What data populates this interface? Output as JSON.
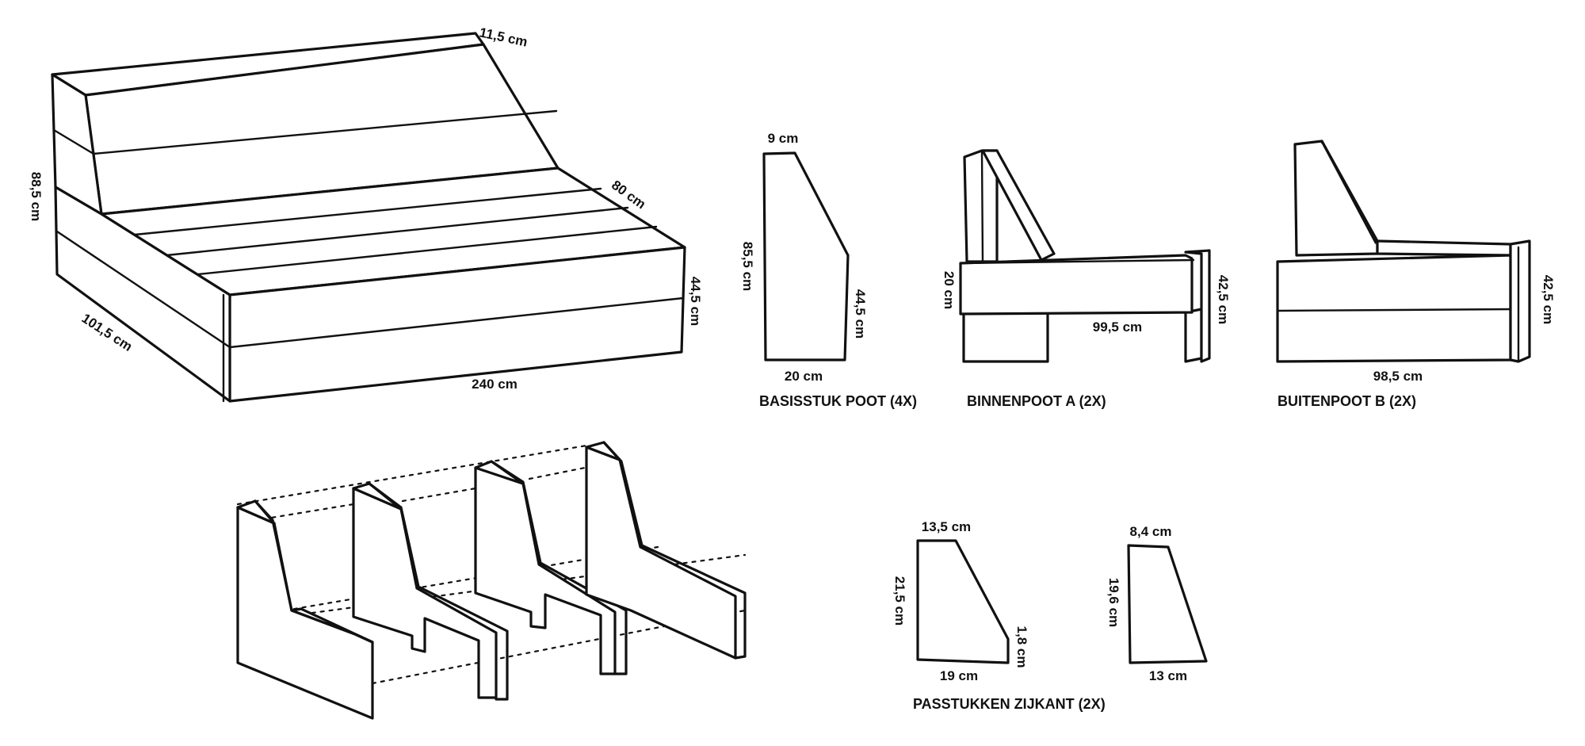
{
  "sofa": {
    "dim_top_depth": "11,5 cm",
    "dim_height": "88,5 cm",
    "dim_seat_depth": "80 cm",
    "dim_seat_height": "44,5 cm",
    "dim_side_depth": "101,5 cm",
    "dim_width": "240 cm"
  },
  "basisstuk": {
    "caption": "BASISSTUK POOT (4X)",
    "dim_top": "9 cm",
    "dim_left": "85,5 cm",
    "dim_right": "44,5 cm",
    "dim_bottom": "20 cm"
  },
  "binnenpoot": {
    "caption": "BINNENPOOT A (2X)",
    "dim_left": "20 cm",
    "dim_bottom": "99,5 cm",
    "dim_right": "42,5 cm"
  },
  "buitenpoot": {
    "caption": "BUITENPOOT B (2X)",
    "dim_bottom": "98,5 cm",
    "dim_right": "42,5 cm"
  },
  "passtukken": {
    "caption": "PASSTUKKEN ZIJKANT (2X)",
    "large": {
      "dim_top": "13,5 cm",
      "dim_left": "21,5 cm",
      "dim_right": "1,8 cm",
      "dim_bottom": "19 cm"
    },
    "small": {
      "dim_top": "8,4 cm",
      "dim_left": "19,6 cm",
      "dim_bottom": "13 cm"
    }
  }
}
